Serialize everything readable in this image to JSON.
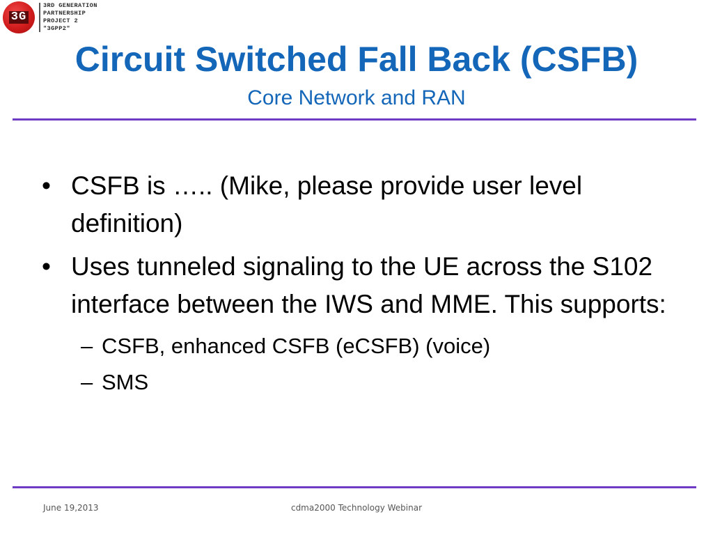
{
  "logo": {
    "mark": "3G",
    "lines": [
      "3rd Generation",
      "Partnership",
      "Project 2",
      "\"3GPP2\""
    ]
  },
  "slide": {
    "title": "Circuit Switched Fall Back (CSFB)",
    "subtitle": "Core Network and RAN",
    "bullets": [
      {
        "marker": "•",
        "text": "CSFB is ….. (Mike, please provide user level definition)"
      },
      {
        "marker": "•",
        "text": "Uses tunneled signaling to the UE across the S102 interface between the IWS and MME.  This supports:"
      }
    ],
    "sub_bullets": [
      {
        "marker": "–",
        "text": "CSFB, enhanced CSFB (eCSFB) (voice)"
      },
      {
        "marker": "–",
        "text": "SMS"
      }
    ]
  },
  "footer": {
    "date": "June 19,2013",
    "center": "cdma2000 Technology Webinar"
  },
  "colors": {
    "title": "#1366b8",
    "rule": "#6e3cc4",
    "logo_red": "#d11c1c"
  }
}
